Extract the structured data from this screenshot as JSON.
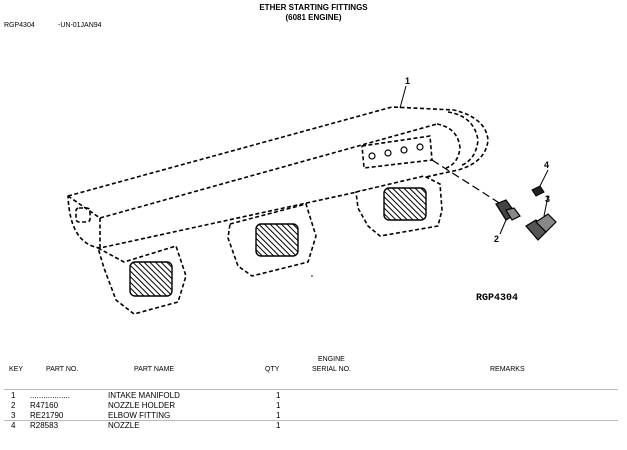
{
  "document": {
    "title": "ETHER STARTING FITTINGS",
    "subtitle": "(6081 ENGINE)",
    "figure_id": "RGP4304",
    "revision": "-UN-01JAN94"
  },
  "illustration": {
    "callouts": [
      "1",
      "2",
      "3",
      "4"
    ],
    "figure_label": "RGP4304"
  },
  "table": {
    "headers": {
      "key": "KEY",
      "part_no": "PART NO.",
      "part_name": "PART NAME",
      "qty": "QTY",
      "serial_line1": "ENGINE",
      "serial_line2": "SERIAL NO.",
      "remarks": "REMARKS"
    },
    "rows": [
      {
        "key": "1",
        "part_no": "..................",
        "part_name": "INTAKE MANIFOLD",
        "qty": "1"
      },
      {
        "key": "2",
        "part_no": "R47160",
        "part_name": "NOZZLE HOLDER",
        "qty": "1"
      },
      {
        "key": "3",
        "part_no": "RE21790",
        "part_name": "ELBOW FITTING",
        "qty": "1"
      },
      {
        "key": "4",
        "part_no": "R28583",
        "part_name": "NOZZLE",
        "qty": "1"
      }
    ]
  }
}
